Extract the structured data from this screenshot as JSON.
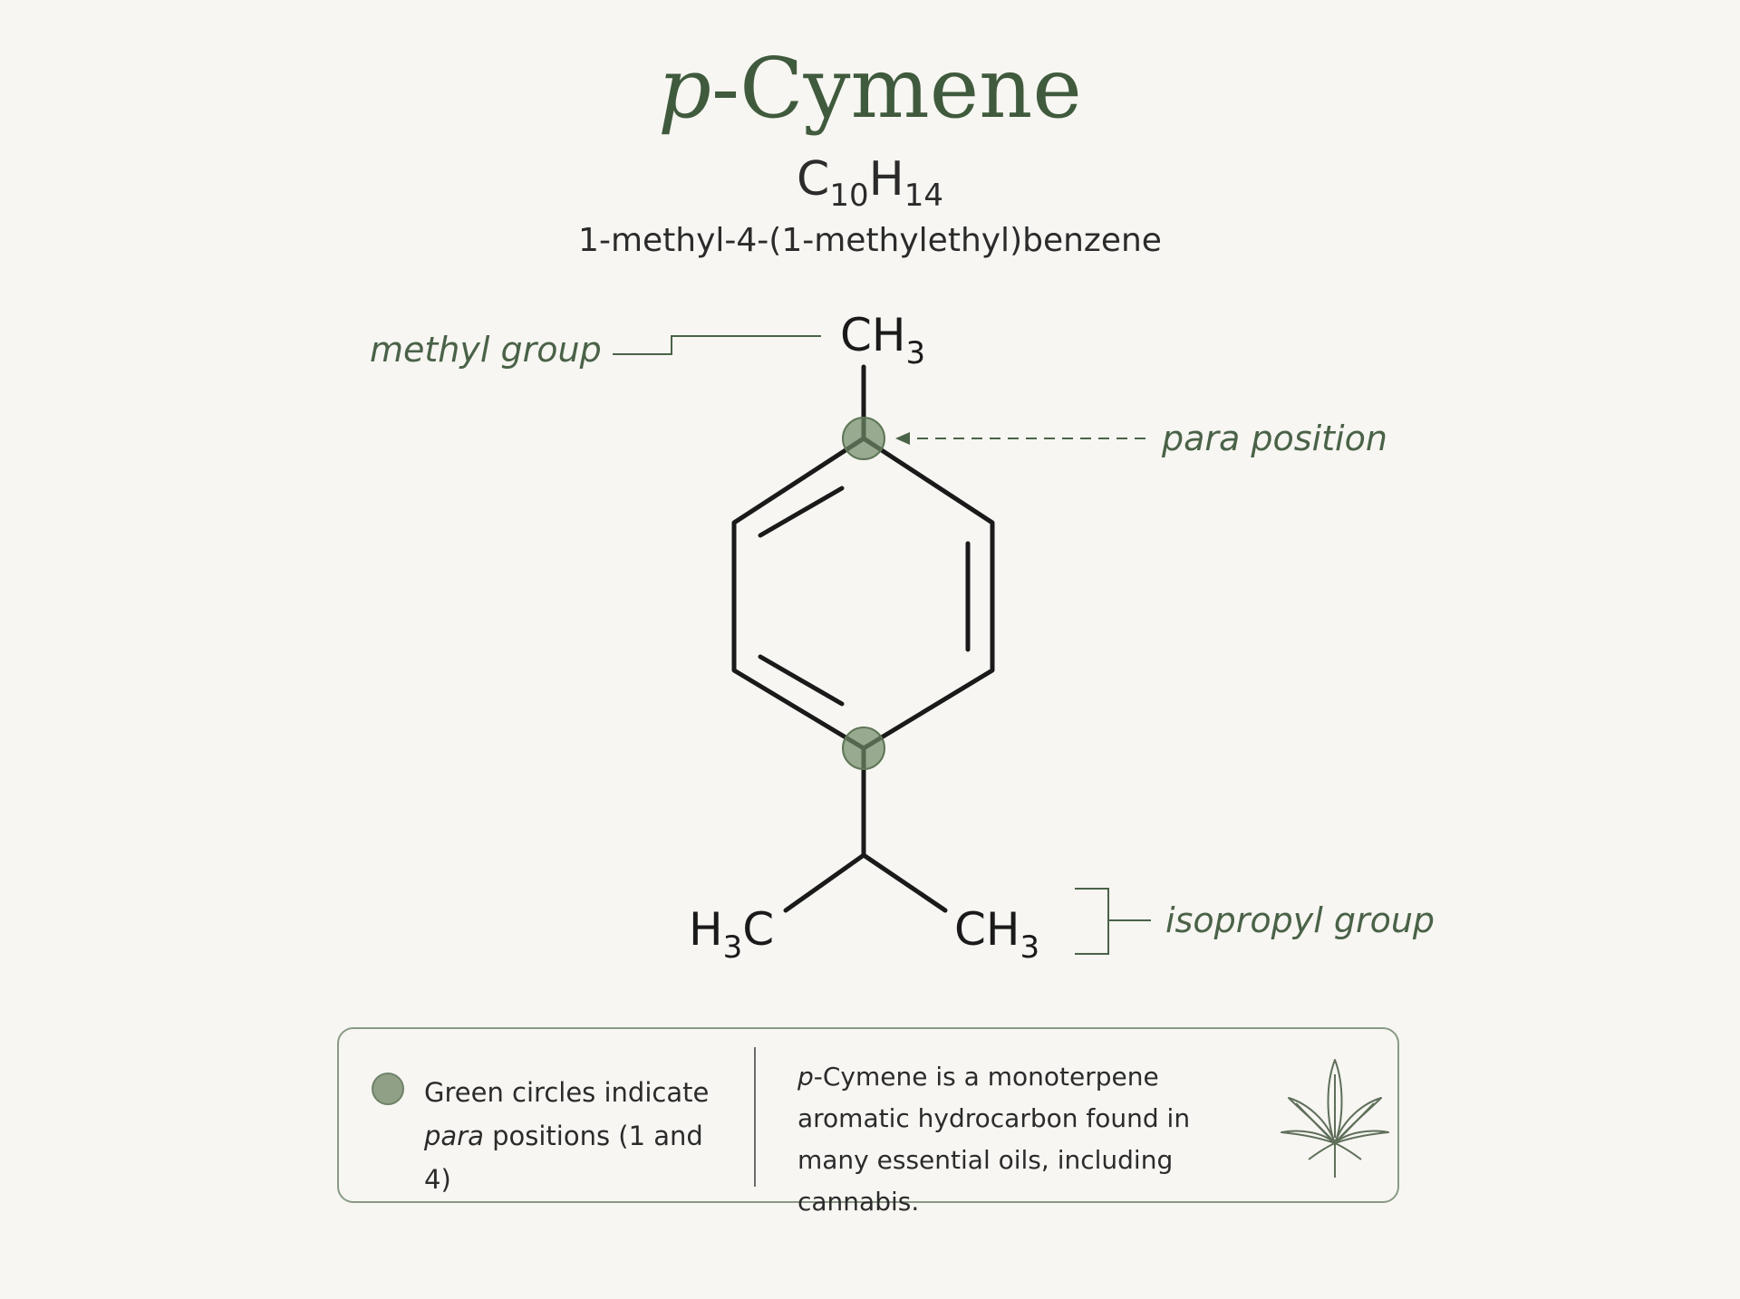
{
  "header": {
    "title_prefix": "p",
    "title_rest": "-Cymene",
    "formula": {
      "c": "C",
      "c_count": "10",
      "h": "H",
      "h_count": "14"
    },
    "iupac_name": "1-methyl-4-(1-methylethyl)benzene"
  },
  "structure": {
    "top_group": {
      "main": "CH",
      "sub": "3"
    },
    "left_group": {
      "prefix": "H",
      "sub": "3",
      "suffix": "C"
    },
    "right_group": {
      "main": "CH",
      "sub": "3"
    }
  },
  "annotations": {
    "methyl": "methyl group",
    "para": "para position",
    "isopropyl": "isopropyl group"
  },
  "info": {
    "legend_line1": "Green circles indicate",
    "legend_para": "para",
    "legend_line2_rest": " positions (1 and 4)",
    "desc_prefix": "p",
    "desc_rest": "-Cymene is a monoterpene aromatic hydrocarbon found in many essential oils, including cannabis."
  },
  "colors": {
    "accent_green": "#3f5a3c",
    "marker_green": "#8fa086",
    "background": "#f7f6f2"
  },
  "icons": [
    "cannabis-leaf-icon",
    "legend-dot-icon"
  ]
}
